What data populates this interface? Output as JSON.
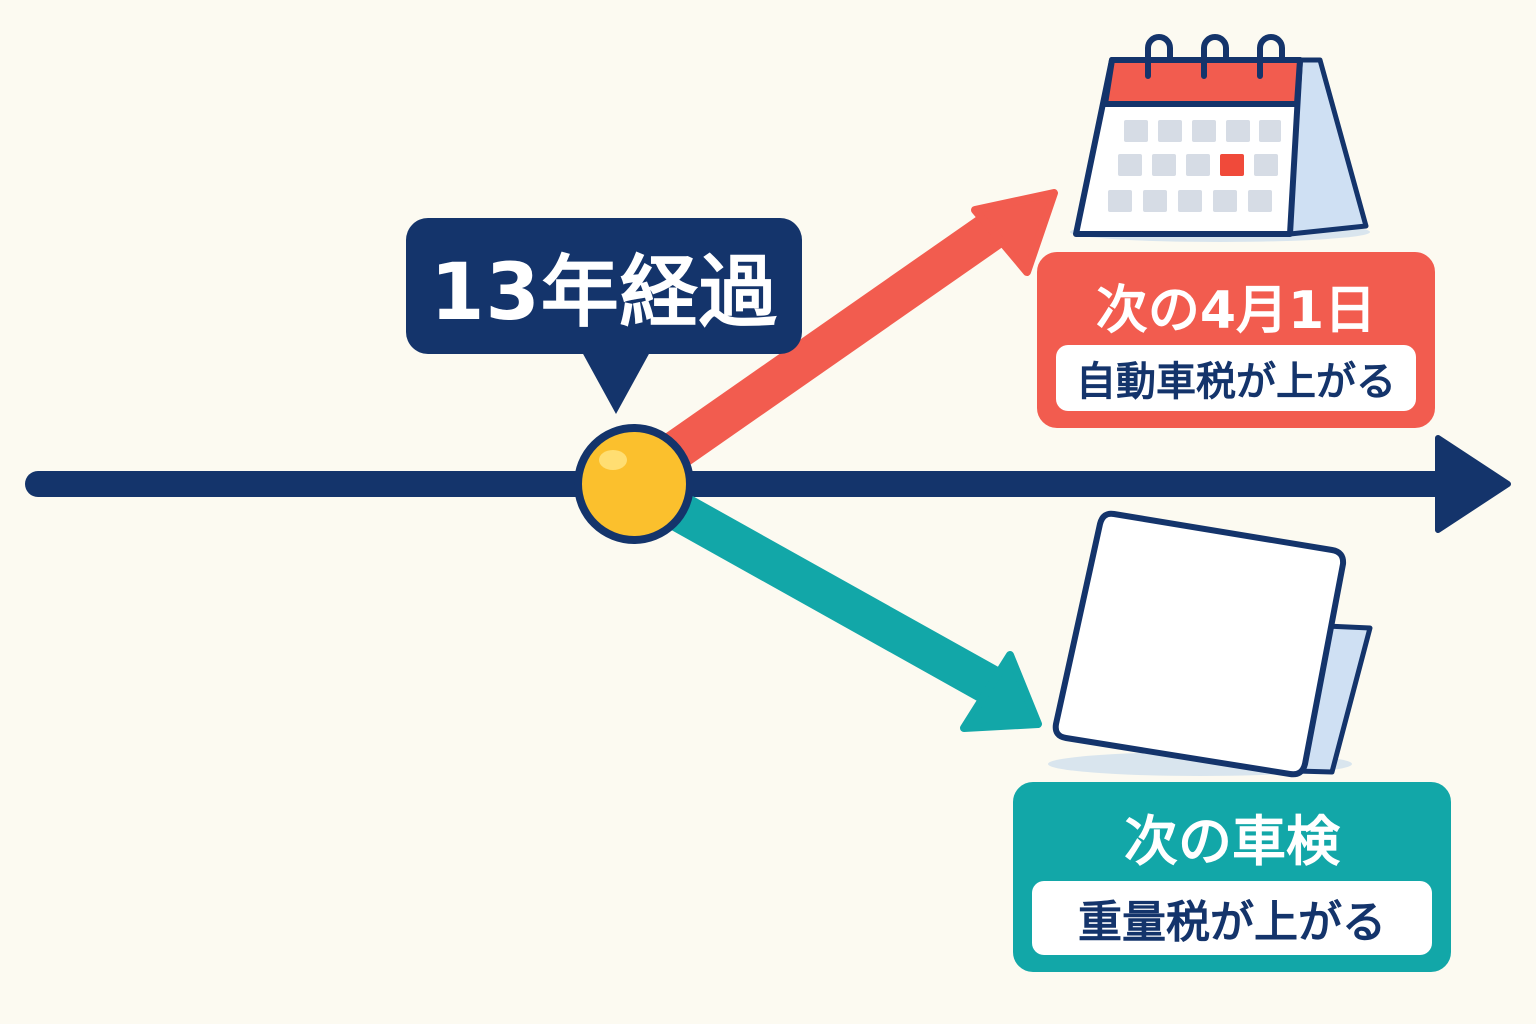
{
  "milestone": {
    "label": "13年経過"
  },
  "branches": [
    {
      "id": "automobile-tax",
      "title": "次の4月1日",
      "result": "自動車税が上がる",
      "color": "#f25c4f",
      "icon": "calendar-icon"
    },
    {
      "id": "weight-tax",
      "title": "次の車検",
      "result": "重量税が上がる",
      "color": "#12a7a8",
      "icon": "document-icon"
    }
  ],
  "colors": {
    "background": "#fcfaf1",
    "timeline": "#14346b",
    "milestone_dot": "#fbc02d",
    "calendar_highlight": "#f04a3a",
    "calendar_cell": "#d6dce5",
    "paper_shadow": "#c8dcef"
  }
}
